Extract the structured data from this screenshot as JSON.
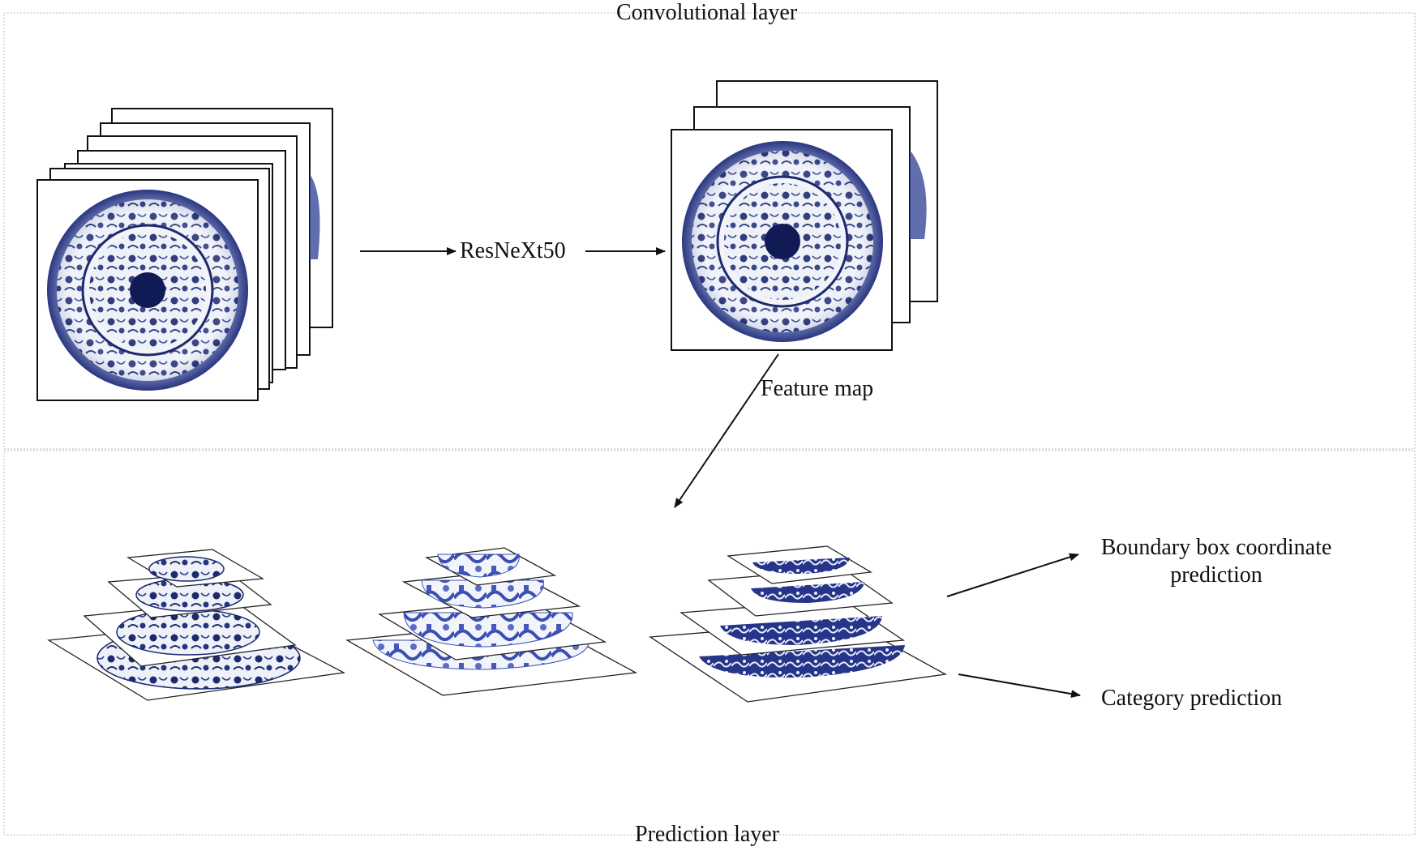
{
  "sections": {
    "top_title": "Convolutional layer",
    "bottom_title": "Prediction layer"
  },
  "labels": {
    "backbone": "ResNeXt50",
    "feature_map": "Feature map",
    "bbox_line1": "Boundary box coordinate",
    "bbox_line2": "prediction",
    "category": "Category prediction"
  },
  "colors": {
    "porcelain_blue": "#1f2f78",
    "porcelain_dark": "#0d1540",
    "porcelain_light": "#e9edf7",
    "line": "#111111",
    "divider": "#c8c8c8"
  }
}
